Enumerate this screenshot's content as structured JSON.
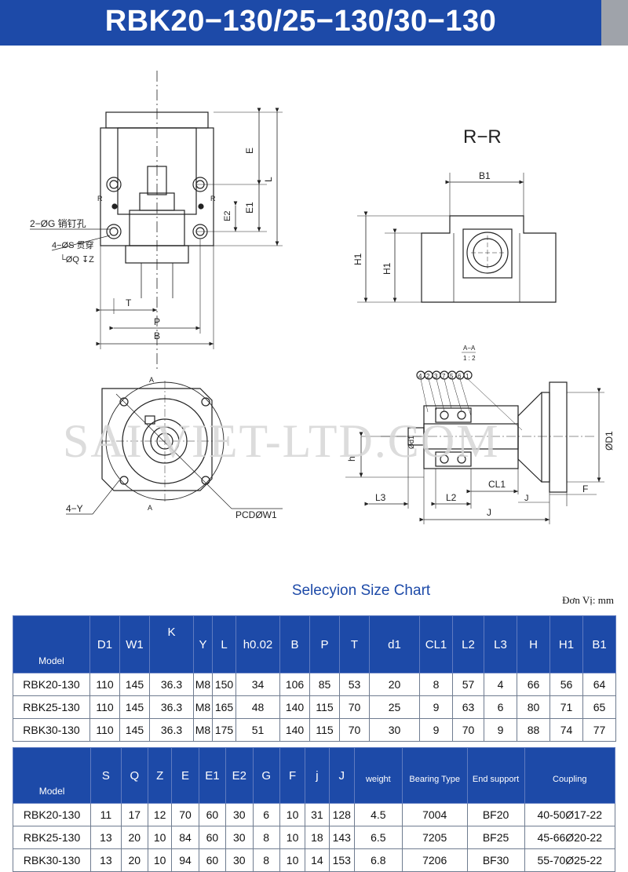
{
  "title": "RBK20−130/25−130/30−130",
  "colors": {
    "header_blue": "#1d4aa8",
    "header_gray": "#9fa3aa",
    "title_blue": "#1d4aa8"
  },
  "drawing": {
    "labels": {
      "E": "E",
      "E1": "E1",
      "E2": "E2",
      "L_side": "L",
      "R1": "R",
      "R2": "R",
      "pin_hole": "2−ØG 销钉孔",
      "thru_hole": "4−ØS 贯穿",
      "counterbore": "└ØQ ↧Z",
      "T": "T",
      "P": "P",
      "B": "B",
      "section": "R−R",
      "B1": "B1",
      "H1a": "H1",
      "H1b": "H1",
      "aa_top": "A−A",
      "aa_bottom": "1 : 2",
      "parts": [
        "4",
        "2",
        "3",
        "7",
        "5",
        "6",
        "1"
      ],
      "d1": "Ød1",
      "h": "h",
      "D1": "ØD1",
      "L3": "L3",
      "L2": "L2",
      "CL1": "CL1",
      "J_small": "J",
      "J": "J",
      "F": "F",
      "A_top": "A",
      "A_bottom": "A",
      "Y": "4−Y",
      "PCD": "PCDØW1"
    }
  },
  "watermark": "SAI VIET-LTD.COM",
  "chart_title": "Selecyion Size Chart",
  "unit": "Đơn Vị: mm",
  "table1": {
    "headers": [
      "Model",
      "D1",
      "W1",
      "K",
      "Y",
      "L",
      "h0.02",
      "B",
      "P",
      "T",
      "d1",
      "CL1",
      "L2",
      "L3",
      "H",
      "H1",
      "B1"
    ],
    "rows": [
      [
        "RBK20-130",
        "110",
        "145",
        "36.3",
        "M8",
        "150",
        "34",
        "106",
        "85",
        "53",
        "20",
        "8",
        "57",
        "4",
        "66",
        "56",
        "64"
      ],
      [
        "RBK25-130",
        "110",
        "145",
        "36.3",
        "M8",
        "165",
        "48",
        "140",
        "115",
        "70",
        "25",
        "9",
        "63",
        "6",
        "80",
        "71",
        "65"
      ],
      [
        "RBK30-130",
        "110",
        "145",
        "36.3",
        "M8",
        "175",
        "51",
        "140",
        "115",
        "70",
        "30",
        "9",
        "70",
        "9",
        "88",
        "74",
        "77"
      ]
    ]
  },
  "table2": {
    "headers": [
      "Model",
      "S",
      "Q",
      "Z",
      "E",
      "E1",
      "E2",
      "G",
      "F",
      "j",
      "J",
      "weight",
      "Bearing Type",
      "End support",
      "Coupling"
    ],
    "rows": [
      [
        "RBK20-130",
        "11",
        "17",
        "12",
        "70",
        "60",
        "30",
        "6",
        "10",
        "31",
        "128",
        "4.5",
        "7004",
        "BF20",
        "40-50Ø17-22"
      ],
      [
        "RBK25-130",
        "13",
        "20",
        "10",
        "84",
        "60",
        "30",
        "8",
        "10",
        "18",
        "143",
        "6.5",
        "7205",
        "BF25",
        "45-66Ø20-22"
      ],
      [
        "RBK30-130",
        "13",
        "20",
        "10",
        "94",
        "60",
        "30",
        "8",
        "10",
        "14",
        "153",
        "6.8",
        "7206",
        "BF30",
        "55-70Ø25-22"
      ]
    ]
  }
}
